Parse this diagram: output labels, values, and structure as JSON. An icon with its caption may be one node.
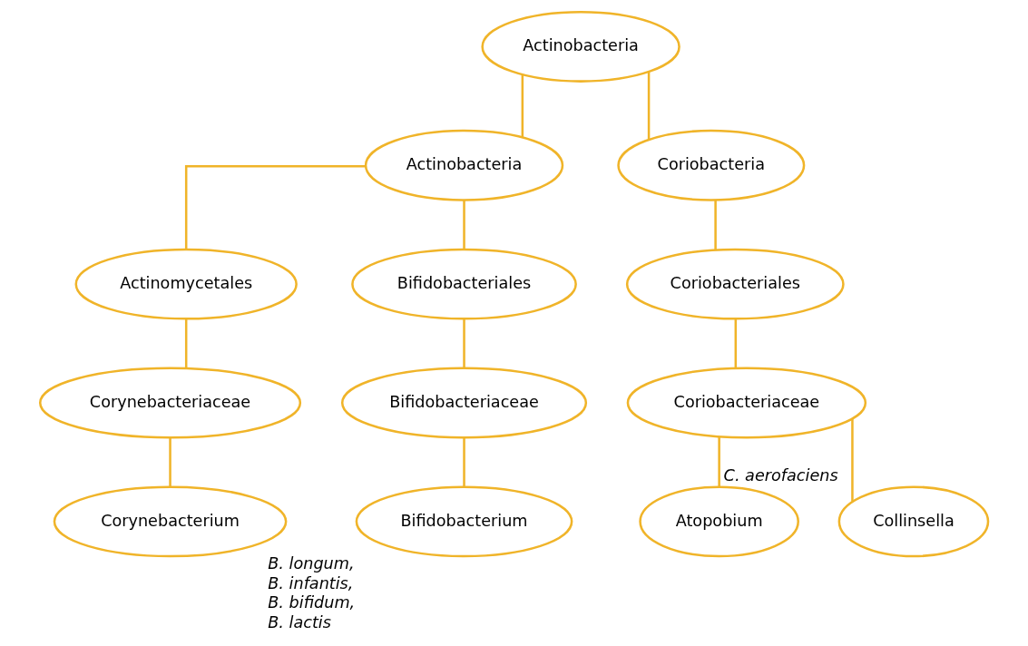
{
  "diagram": {
    "nodes": [
      {
        "text": [
          "Actinobacteria"
        ]
      },
      {
        "text": [
          "Actinobacteria"
        ]
      },
      {
        "text": [
          "Coriobacteria"
        ]
      },
      {
        "text": [
          "Actinomycetales"
        ]
      },
      {
        "text": [
          "Bifidobacteriales"
        ]
      },
      {
        "text": [
          "Coriobacteriales"
        ]
      },
      {
        "text": [
          "Corynebacteriaceae"
        ]
      },
      {
        "text": [
          "Bifidobacteriaceae"
        ]
      },
      {
        "text": [
          "Coriobacteriaceae"
        ]
      },
      {
        "text": [
          "Corynebacterium"
        ]
      },
      {
        "text": [
          "Bifidobacterium"
        ],
        "beside": [
          "B. longum,",
          "B. infantis,",
          "B. bifidum,",
          "B. lactis"
        ]
      },
      {
        "text": [
          "Atopobium"
        ]
      },
      {
        "text": [
          "Collinsella"
        ],
        "beside": [
          "C. aerofaciens"
        ]
      }
    ],
    "edges": [
      {
        "from": 0,
        "to": 1,
        "arrow": "none"
      },
      {
        "from": 0,
        "to": 2,
        "arrow": "none"
      },
      {
        "from": 1,
        "to": 3,
        "arrow": "none"
      },
      {
        "from": 1,
        "to": 4,
        "arrow": "none"
      },
      {
        "from": 2,
        "to": 5,
        "arrow": "none"
      },
      {
        "from": 3,
        "to": 6,
        "arrow": "none"
      },
      {
        "from": 4,
        "to": 7,
        "arrow": "none"
      },
      {
        "from": 5,
        "to": 8,
        "arrow": "none"
      },
      {
        "from": 6,
        "to": 9,
        "arrow": "none"
      },
      {
        "from": 7,
        "to": 10,
        "arrow": "none"
      },
      {
        "from": 8,
        "to": 11,
        "arrow": "none"
      },
      {
        "from": 8,
        "to": 12,
        "arrow": "none"
      }
    ]
  }
}
